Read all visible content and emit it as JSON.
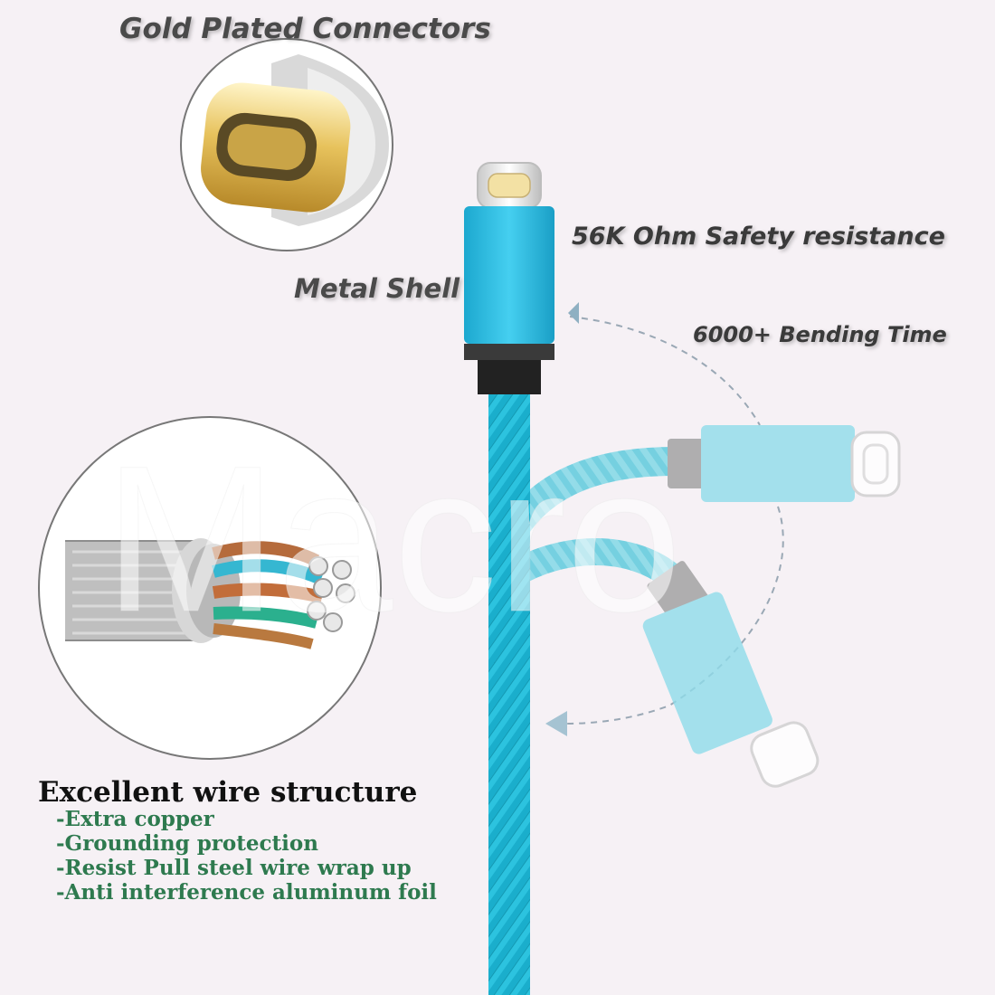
{
  "labels": {
    "gold_plated": "Gold Plated Connectors",
    "metal_shell": "Metal Shell",
    "safety_resistance": "56K Ohm Safety resistance",
    "bending_time": "6000+ Bending Time"
  },
  "watermark": "Macro",
  "wire_structure": {
    "title": "Excellent wire structure",
    "items": [
      "-Extra copper",
      "-Grounding protection",
      "-Resist Pull steel wire  wrap up",
      "-Anti interference aluminum foil"
    ]
  },
  "colors": {
    "background": "#f6f1f5",
    "cable": "#1fb3cf",
    "shell": "#2ec0e2",
    "gold": "#e9c86a",
    "list_text": "#2e7a4f"
  }
}
